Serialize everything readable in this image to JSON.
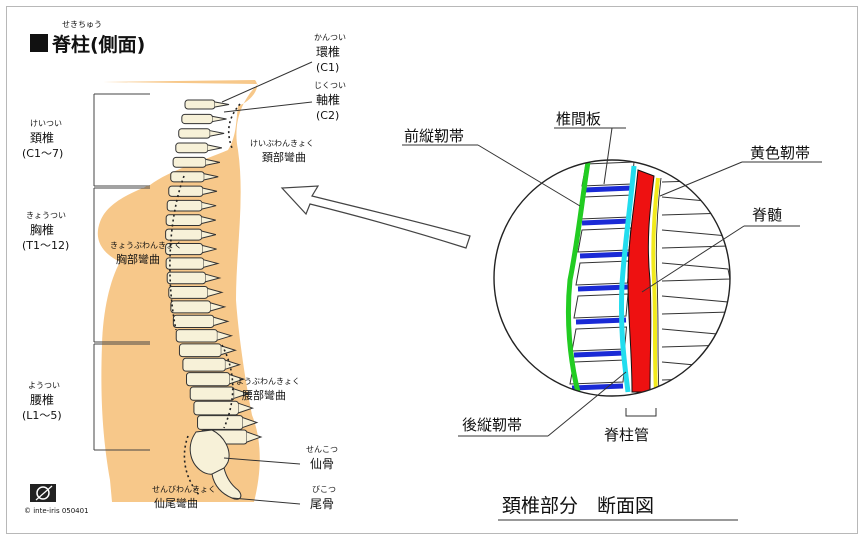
{
  "title": {
    "ruby": "せきちゅう",
    "text": "脊柱(側面)"
  },
  "left_labels": {
    "cervical": {
      "ruby": "けいつい",
      "name": "頚椎",
      "range": "(C1〜7)"
    },
    "thoracic": {
      "ruby": "きょうつい",
      "name": "胸椎",
      "range": "(T1〜12)"
    },
    "lumbar": {
      "ruby": "ようつい",
      "name": "腰椎",
      "range": "(L1〜5)"
    }
  },
  "right_labels": {
    "atlas": {
      "ruby": "かんつい",
      "name": "環椎",
      "code": "(C1)"
    },
    "axis": {
      "ruby": "じくつい",
      "name": "軸椎",
      "code": "(C2)"
    },
    "cervical_curve": {
      "ruby": "けいぶわんきょく",
      "name": "頚部彎曲"
    },
    "thoracic_curve": {
      "ruby": "きょうぶわんきょく",
      "name": "胸部彎曲"
    },
    "lumbar_curve": {
      "ruby": "ようぶわんきょく",
      "name": "腰部彎曲"
    },
    "sacrum": {
      "ruby": "せんこつ",
      "name": "仙骨"
    },
    "sacral_curve": {
      "ruby": "せんびわんきょく",
      "name": "仙尾彎曲"
    },
    "coccyx": {
      "ruby": "びこつ",
      "name": "尾骨"
    }
  },
  "credit": "© inte-iris 050401",
  "detail": {
    "labels": {
      "anterior_ligament": "前縦靭帯",
      "intervertebral_disc": "椎間板",
      "ligamentum_flavum": "黄色靭帯",
      "spinal_cord": "脊髄",
      "posterior_ligament": "後縦靭帯",
      "spinal_canal": "脊柱管"
    },
    "caption": "頚椎部分　断面図",
    "colors": {
      "anterior_ligament": "#22cc22",
      "disc": "#1a2ad6",
      "posterior_ligament": "#22ddee",
      "spinal_cord": "#ee1111",
      "ligamentum_flavum": "#f2ea1c",
      "body_silhouette": "#f7c88a"
    }
  }
}
